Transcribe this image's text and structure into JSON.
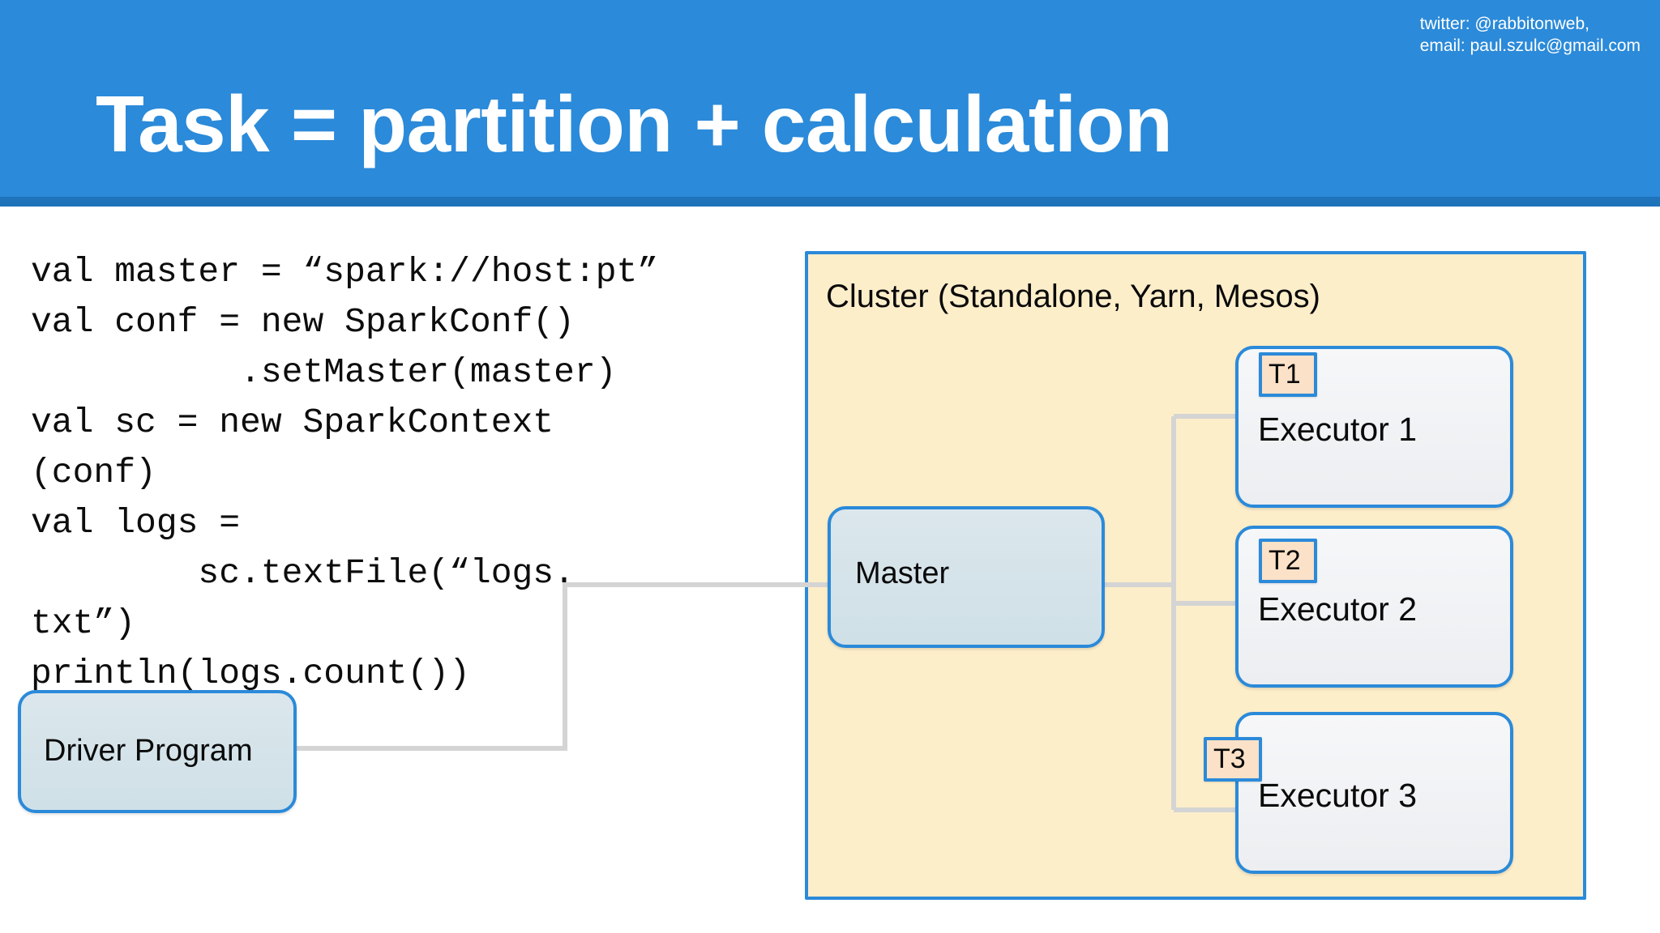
{
  "header": {
    "title": "Task = partition + calculation",
    "contact_twitter": "twitter: @rabbitonweb,",
    "contact_email": "email: paul.szulc@gmail.com",
    "band_color": "#2b8ad9",
    "underline_color": "#1f73bb"
  },
  "code": {
    "text": "val master = “spark://host:pt”\nval conf = new SparkConf()\n          .setMaster(master)\nval sc = new SparkContext\n(conf)\nval logs =\n        sc.textFile(“logs.\ntxt”)\nprintln(logs.count())"
  },
  "driver": {
    "label": "Driver Program",
    "fill": "#d4e3e9",
    "border": "#2b8ad9"
  },
  "cluster": {
    "label": "Cluster (Standalone, Yarn, Mesos)",
    "fill": "#fdeeca",
    "border": "#2b8ad9"
  },
  "master": {
    "label": "Master",
    "fill": "#d4e3e9",
    "border": "#2b8ad9"
  },
  "executors": [
    {
      "label": "Executor 1",
      "task": "T1"
    },
    {
      "label": "Executor 2",
      "task": "T2"
    },
    {
      "label": "Executor 3",
      "task": "T3"
    }
  ],
  "styles": {
    "executor_fill": "#f1f3f5",
    "task_fill": "#fbe1c7",
    "connector_color": "#d4d4d4"
  }
}
